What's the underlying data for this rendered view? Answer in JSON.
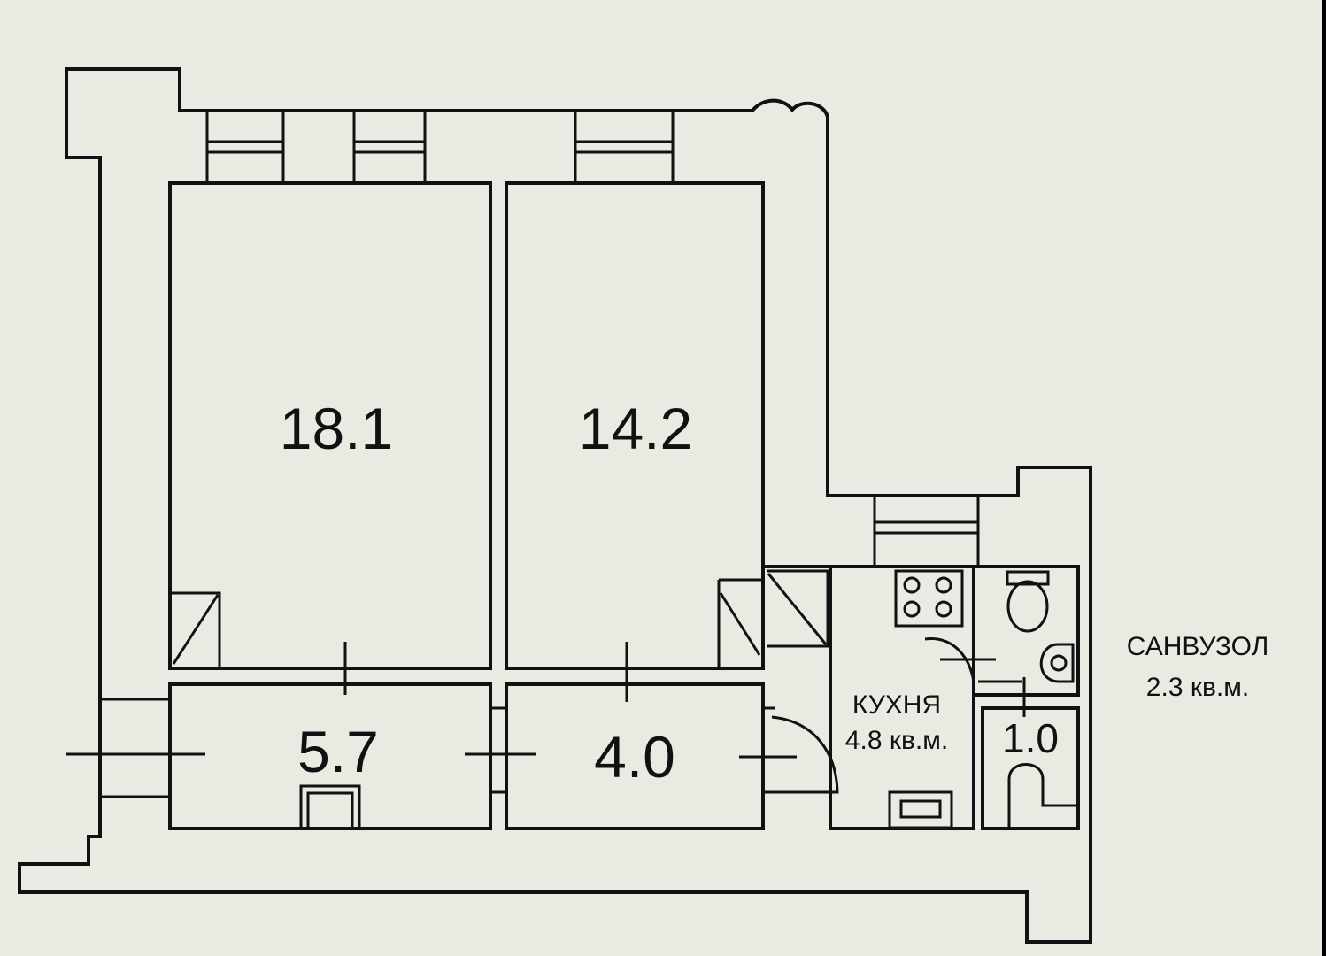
{
  "rooms": {
    "room_18_1": {
      "area": "18.1"
    },
    "room_14_2": {
      "area": "14.2"
    },
    "hall_5_7": {
      "area": "5.7"
    },
    "hall_4_0": {
      "area": "4.0"
    },
    "kitchen": {
      "name": "КУХНЯ",
      "area": "4.8 кв.м."
    },
    "wc": {
      "area": "1.0"
    },
    "bathroom": {
      "name": "САНВУЗОЛ",
      "area": "2.3 кв.м."
    }
  },
  "icons": {
    "stove": "stove-icon",
    "sink": "kitchen-sink-icon",
    "toilet": "toilet-icon",
    "washbasin": "washbasin-icon"
  },
  "colors": {
    "background": "#e9eae1",
    "lines": "#111111"
  }
}
